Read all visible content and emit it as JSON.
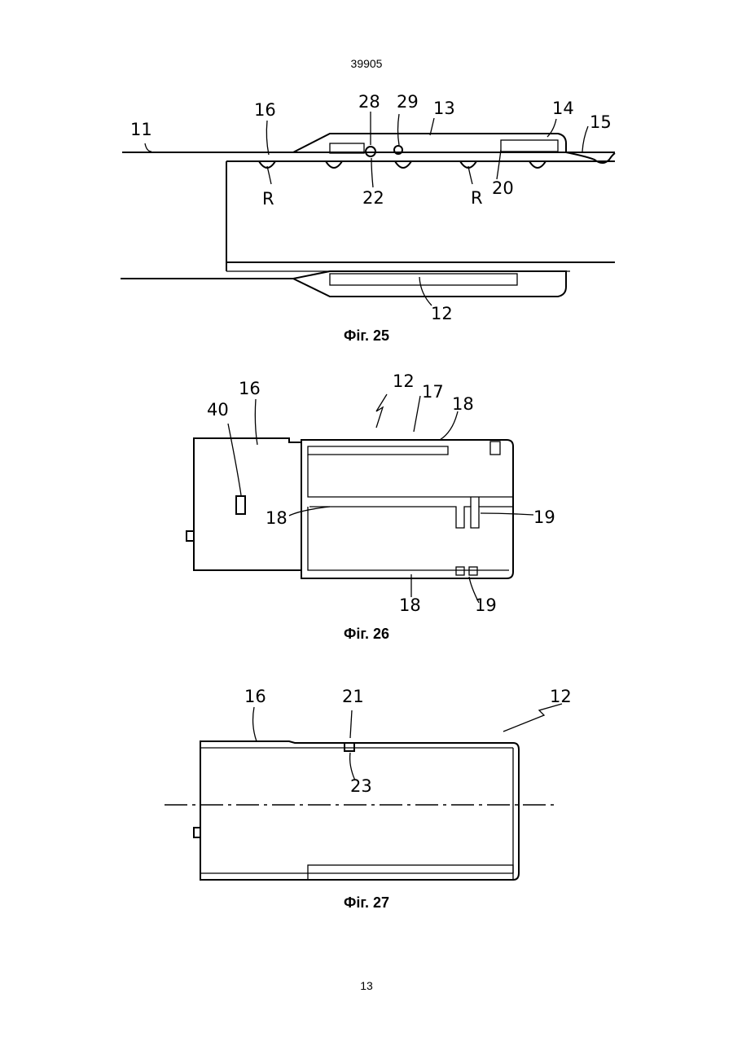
{
  "document": {
    "doc_number": "39905",
    "page_number": "13"
  },
  "figures": [
    {
      "caption": "Фіг. 25",
      "labels": [
        "11",
        "16",
        "28",
        "29",
        "13",
        "14",
        "15",
        "R",
        "22",
        "R",
        "20",
        "12"
      ]
    },
    {
      "caption": "Фіг. 26",
      "labels": [
        "16",
        "12",
        "17",
        "18",
        "40",
        "18",
        "19",
        "18",
        "19"
      ]
    },
    {
      "caption": "Фіг. 27",
      "labels": [
        "16",
        "21",
        "12",
        "23"
      ]
    }
  ]
}
